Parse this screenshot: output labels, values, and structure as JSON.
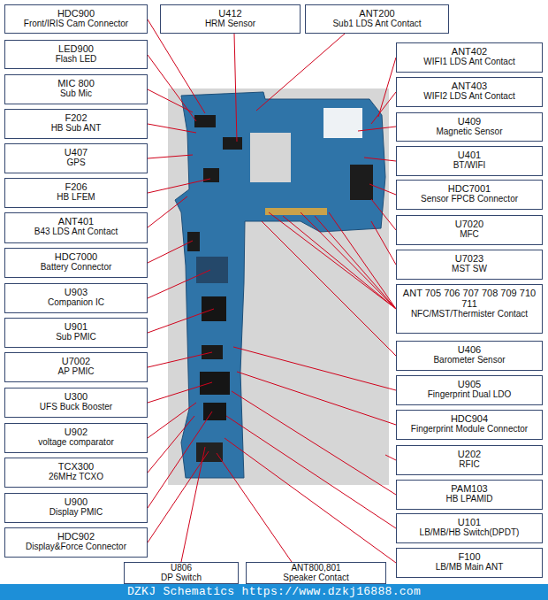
{
  "diagram": {
    "nodes": [
      {
        "text": [
          "HDC900",
          "Front/IRIS Cam Connector"
        ]
      },
      {
        "text": [
          "LED900",
          "Flash LED"
        ]
      },
      {
        "text": [
          "MIC 800",
          "Sub Mic"
        ]
      },
      {
        "text": [
          "F202",
          "HB Sub ANT"
        ]
      },
      {
        "text": [
          "U407",
          "GPS"
        ]
      },
      {
        "text": [
          "F206",
          "HB LFEM"
        ]
      },
      {
        "text": [
          "ANT401",
          "B43 LDS Ant Contact"
        ]
      },
      {
        "text": [
          "HDC7000",
          "Battery Connector"
        ]
      },
      {
        "text": [
          "U903",
          "Companion IC"
        ]
      },
      {
        "text": [
          "U901",
          "Sub PMIC"
        ]
      },
      {
        "text": [
          "U7002",
          "AP PMIC"
        ]
      },
      {
        "text": [
          "U300",
          "UFS Buck Booster"
        ]
      },
      {
        "text": [
          "U902",
          "voltage comparator"
        ]
      },
      {
        "text": [
          "TCX300",
          "26MHz TCXO"
        ]
      },
      {
        "text": [
          "U900",
          "Display PMIC"
        ]
      },
      {
        "text": [
          "HDC902",
          "Display&Force Connector"
        ]
      },
      {
        "text": [
          "U412",
          "HRM Sensor"
        ]
      },
      {
        "text": [
          "ANT200",
          "Sub1 LDS Ant Contact"
        ]
      },
      {
        "text": [
          "ANT402",
          "WIFI1 LDS Ant Contact"
        ]
      },
      {
        "text": [
          "ANT403",
          "WIFI2 LDS Ant Contact"
        ]
      },
      {
        "text": [
          "U409",
          "Magnetic Sensor"
        ]
      },
      {
        "text": [
          "U401",
          "BT/WIFI"
        ]
      },
      {
        "text": [
          "HDC7001",
          "Sensor FPCB Connector"
        ]
      },
      {
        "text": [
          "U7020",
          "MFC"
        ]
      },
      {
        "text": [
          "U7023",
          "MST SW"
        ]
      },
      {
        "text": [
          "ANT 705 706 707 708 709 710 711",
          "NFC/MST/Thermister Contact"
        ]
      },
      {
        "text": [
          "U406",
          "Barometer Sensor"
        ]
      },
      {
        "text": [
          "U905",
          "Fingerprint Dual LDO"
        ]
      },
      {
        "text": [
          "HDC904",
          "Fingerprint Module Connector"
        ]
      },
      {
        "text": [
          "U202",
          "RFIC"
        ]
      },
      {
        "text": [
          "PAM103",
          "HB LPAMID"
        ]
      },
      {
        "text": [
          "U101",
          "LB/MB/HB Switch(DPDT)"
        ]
      },
      {
        "text": [
          "F100",
          "LB/MB Main ANT"
        ]
      },
      {
        "text": [
          "U806",
          "DP Switch"
        ]
      },
      {
        "text": [
          "ANT800,801",
          "Speaker Contact"
        ]
      },
      {
        "text": [
          "DZKJ Schematics https://www.dzkj16888.com"
        ]
      }
    ]
  }
}
